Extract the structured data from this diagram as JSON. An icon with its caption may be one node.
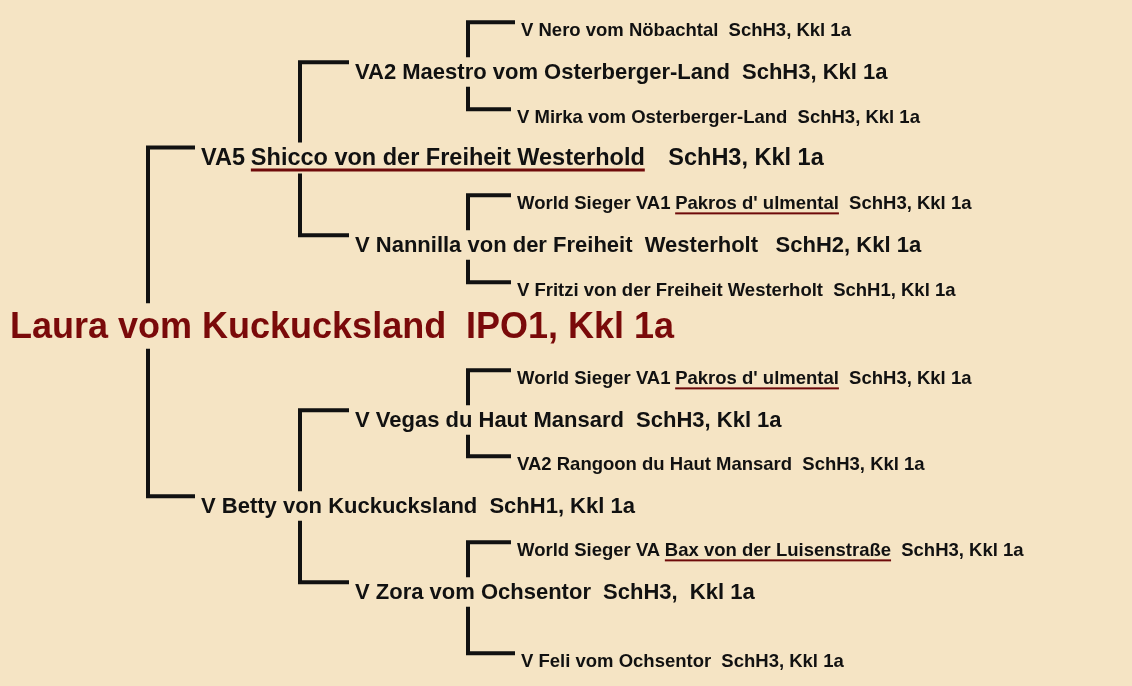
{
  "diagram": {
    "nodes": [
      {
        "text": [
          "V Nero vom Nöbachtal",
          "SchH3, Kkl 1a"
        ]
      },
      {
        "text": [
          "VA2 Maestro vom Osterberger-Land",
          "SchH3, Kkl 1a"
        ]
      },
      {
        "text": [
          "V Mirka vom Osterberger-Land",
          "SchH3, Kkl 1a"
        ]
      },
      {
        "text": [
          "VA5",
          "Shicco von der Freiheit Westerhold",
          "SchH3, Kkl 1a"
        ]
      },
      {
        "text": [
          "World Sieger VA1",
          "Pakros d' ulmental",
          "SchH3, Kkl 1a"
        ]
      },
      {
        "text": [
          "V Nannilla von der Freiheit  Westerholt",
          "SchH2, Kkl 1a"
        ]
      },
      {
        "text": [
          "V Fritzi von der Freiheit Westerholt",
          "SchH1, Kkl 1a"
        ]
      },
      {
        "text": [
          "Laura vom Kuckucksland",
          "IPO1, Kkl 1a"
        ]
      },
      {
        "text": [
          "World Sieger VA1",
          "Pakros d' ulmental",
          "SchH3, Kkl 1a"
        ]
      },
      {
        "text": [
          "V Vegas du Haut Mansard",
          "SchH3, Kkl 1a"
        ]
      },
      {
        "text": [
          "VA2 Rangoon du Haut Mansard",
          "SchH3, Kkl 1a"
        ]
      },
      {
        "text": [
          "V Betty von Kuckucksland",
          "SchH1, Kkl 1a"
        ]
      },
      {
        "text": [
          "World Sieger VA",
          "Bax von der Luisenstraße",
          "SchH3, Kkl 1a"
        ]
      },
      {
        "text": [
          "V Zora vom Ochsentor",
          "SchH3,  Kkl 1a"
        ]
      },
      {
        "text": [
          "V Feli vom Ochsentor",
          "SchH3, Kkl 1a"
        ]
      }
    ],
    "edges": [
      {
        "from": 7,
        "to": 3,
        "arrow": "none"
      },
      {
        "from": 3,
        "to": 1,
        "arrow": "none"
      },
      {
        "from": 1,
        "to": 0,
        "arrow": "none"
      },
      {
        "from": 1,
        "to": 2,
        "arrow": "none"
      },
      {
        "from": 3,
        "to": 5,
        "arrow": "none"
      },
      {
        "from": 5,
        "to": 4,
        "arrow": "none"
      },
      {
        "from": 5,
        "to": 6,
        "arrow": "none"
      },
      {
        "from": 7,
        "to": 11,
        "arrow": "none"
      },
      {
        "from": 11,
        "to": 9,
        "arrow": "none"
      },
      {
        "from": 9,
        "to": 8,
        "arrow": "none"
      },
      {
        "from": 9,
        "to": 10,
        "arrow": "none"
      },
      {
        "from": 11,
        "to": 13,
        "arrow": "none"
      },
      {
        "from": 13,
        "to": 12,
        "arrow": "none"
      },
      {
        "from": 13,
        "to": 14,
        "arrow": "none"
      }
    ]
  }
}
